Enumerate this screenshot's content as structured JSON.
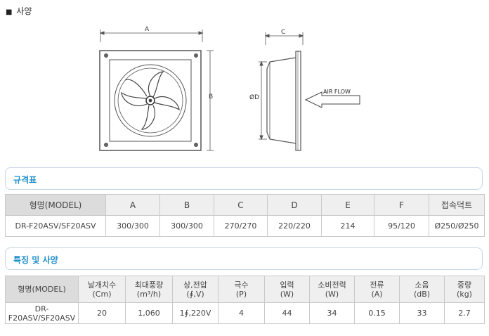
{
  "heading": {
    "marker": "■",
    "text": "사양"
  },
  "drawing": {
    "dim_a": "A",
    "dim_b": "B",
    "dim_c": "C",
    "dim_d": "ØD",
    "air_flow": "AIR FLOW"
  },
  "spec_section": {
    "title": "규격표"
  },
  "spec_table": {
    "headers": [
      "형명(MODEL)",
      "A",
      "B",
      "C",
      "D",
      "E",
      "F",
      "접속덕트"
    ],
    "row": [
      "DR-F20ASV/SF20ASV",
      "300/300",
      "300/300",
      "270/270",
      "220/220",
      "214",
      "95/120",
      "Ø250/Ø250"
    ]
  },
  "feature_section": {
    "title": "특징 및 사양"
  },
  "feature_table": {
    "headers": [
      [
        "형명(MODEL)",
        ""
      ],
      [
        "날개치수",
        "(Cm)"
      ],
      [
        "최대풍량",
        "(m³/h)"
      ],
      [
        "상,전압",
        "(∮,V)"
      ],
      [
        "극수",
        "(P)"
      ],
      [
        "입력",
        "(W)"
      ],
      [
        "소비전력",
        "(W)"
      ],
      [
        "전류",
        "(A)"
      ],
      [
        "소음",
        "(dB)"
      ],
      [
        "중량",
        "(kg)"
      ]
    ],
    "row": [
      "DR-F20ASV/SF20ASV",
      "20",
      "1,060",
      "1∮,220V",
      "4",
      "44",
      "34",
      "0.15",
      "33",
      "2.7"
    ],
    "model_lines": [
      "DR-",
      "F20ASV/SF20ASV"
    ]
  }
}
